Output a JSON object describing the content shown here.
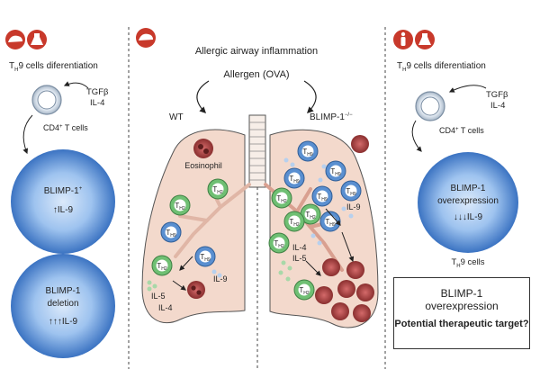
{
  "center": {
    "title": "Allergic airway inflammation",
    "allergen": "Allergen (OVA)",
    "wt_label": "WT",
    "ko_label": "BLIMP-1",
    "ko_sup": "−/−",
    "eosinophil": "Eosinophil",
    "cell_th2": "T",
    "sub_h2": "H2",
    "cell_th9": "T",
    "sub_h9": "H9",
    "il9": "IL-9",
    "il5": "IL-5",
    "il4": "IL-4"
  },
  "left": {
    "heading_pre": "T",
    "heading_sub": "H",
    "heading_post": "9 cells diferentiation",
    "tgfb": "TGFβ",
    "il4": "IL-4",
    "cd4_pre": "CD4",
    "cd4_sup": "+",
    "cd4_post": " T cells",
    "cell1_line1": "BLIMP-1",
    "cell1_sup": "+",
    "cell1_arrows": "↑",
    "cell1_line2": "IL-9",
    "cell2_line1": "BLIMP-1",
    "cell2_line2": "deletion",
    "cell2_arrows": "↑↑↑",
    "cell2_line3": "IL-9"
  },
  "right": {
    "heading_pre": "T",
    "heading_sub": "H",
    "heading_post": "9 cells diferentiation",
    "tgfb": "TGFβ",
    "il4": "IL-4",
    "cd4_pre": "CD4",
    "cd4_sup": "+",
    "cd4_post": " T cells",
    "cell_line1": "BLIMP-1",
    "cell_line2": "overexpression",
    "cell_arrows": "↓↓↓",
    "cell_line3": "IL-9",
    "th9_pre": "T",
    "th9_sub": "H",
    "th9_post": "9 cells",
    "box_line1": "BLIMP-1",
    "box_line2": "overexpression",
    "box_line3": "Potential therapeutic target?"
  },
  "colors": {
    "red_icon": "#c8392b",
    "lung_fill": "#f3d9cc",
    "blue_cell": "#5a8fd0",
    "green_cell": "#6fbf73",
    "eosinophil": "#9e3a3a"
  }
}
